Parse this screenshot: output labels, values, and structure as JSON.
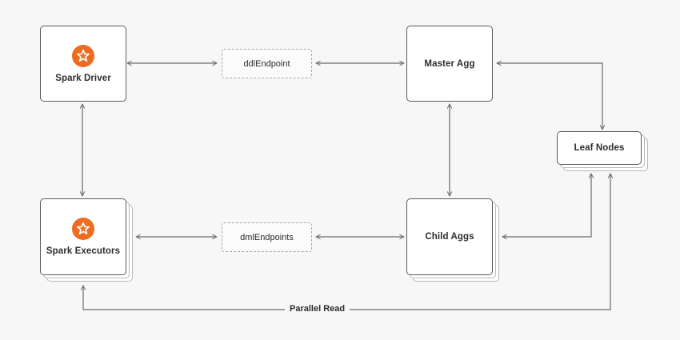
{
  "nodes": {
    "spark_driver": {
      "label": "Spark Driver",
      "icon": "spark-logo-icon"
    },
    "spark_executors": {
      "label": "Spark Executors",
      "icon": "spark-logo-icon"
    },
    "master_agg": {
      "label": "Master Agg"
    },
    "child_aggs": {
      "label": "Child Aggs"
    },
    "leaf_nodes": {
      "label": "Leaf Nodes"
    }
  },
  "endpoints": {
    "ddl": {
      "label": "ddlEndpoint"
    },
    "dml": {
      "label": "dmlEndpoints"
    }
  },
  "edges": {
    "parallel_read": {
      "label": "Parallel Read"
    }
  },
  "colors": {
    "background": "#f7f7f7",
    "box_border": "#5a5a5a",
    "line": "#6a6a6a",
    "dashed_border": "#a8a8a8",
    "spark_orange": "#ee6b1f"
  }
}
